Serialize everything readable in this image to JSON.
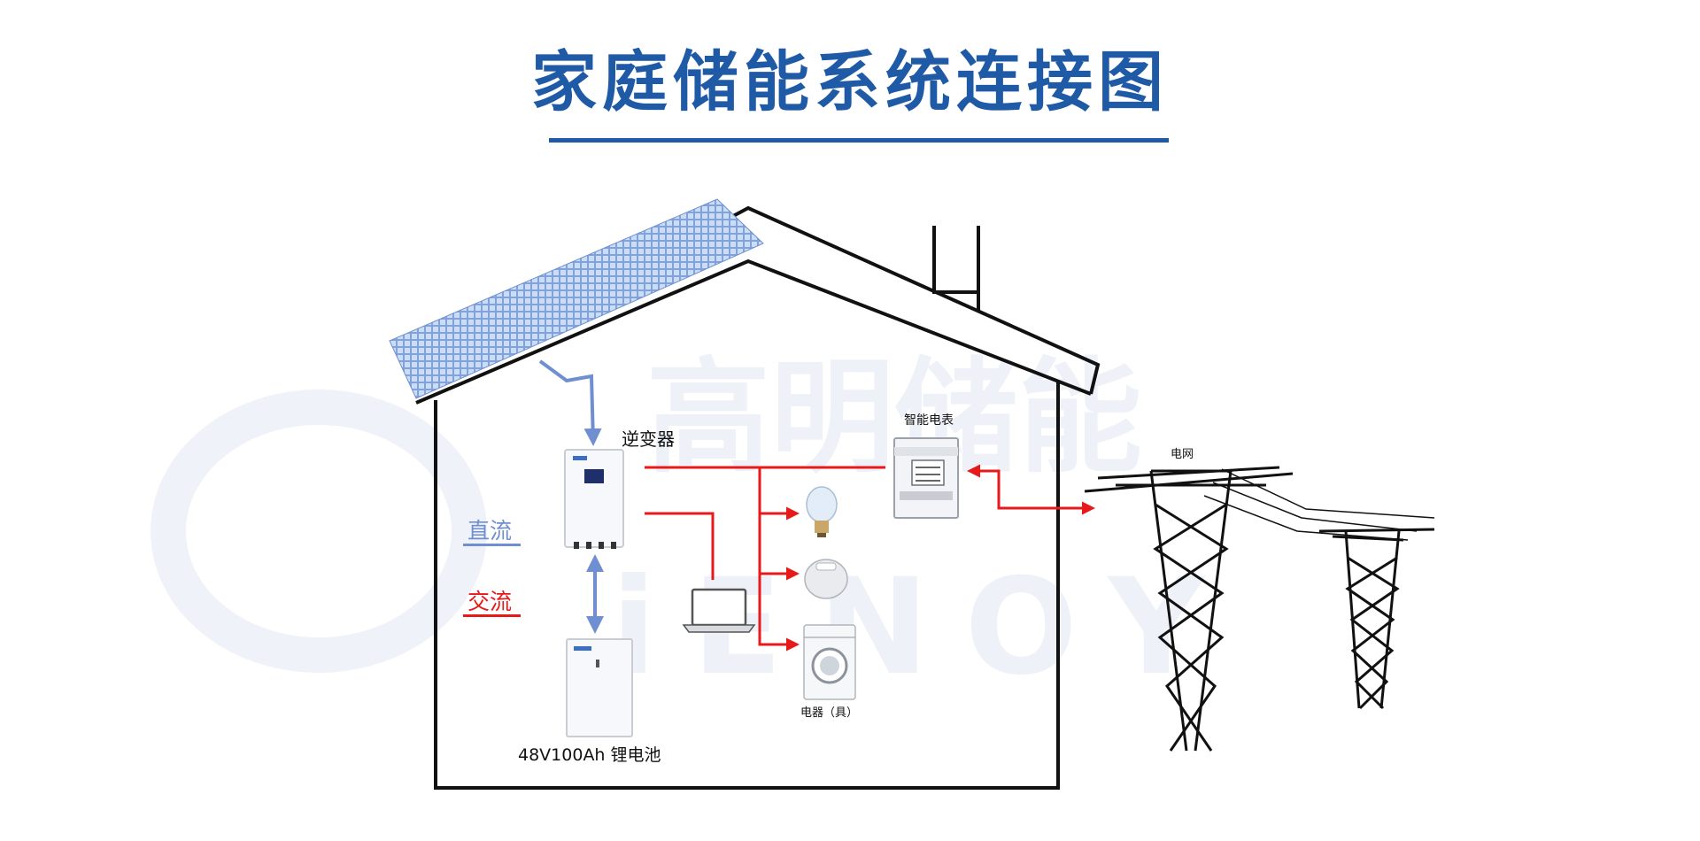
{
  "title": "家庭储能系统连接图",
  "watermark": {
    "line1": "高明储能",
    "line2": "iENOY"
  },
  "labels": {
    "inverter": "逆变器",
    "smart_meter": "智能电表",
    "grid": "电网",
    "battery": "48V100Ah 锂电池",
    "appliances": "电器（具）"
  },
  "legend": {
    "dc": "直流",
    "ac": "交流"
  },
  "colors": {
    "title": "#1f5aa6",
    "dc": "#6f8fd0",
    "ac": "#e8191b",
    "house_outline": "#111111",
    "solar": "#8fb3e8"
  },
  "icons": [
    "solar-panel-icon",
    "inverter-icon",
    "battery-icon",
    "smart-meter-icon",
    "light-bulb-icon",
    "rice-cooker-icon",
    "washing-machine-icon",
    "laptop-icon",
    "power-tower-icon"
  ]
}
